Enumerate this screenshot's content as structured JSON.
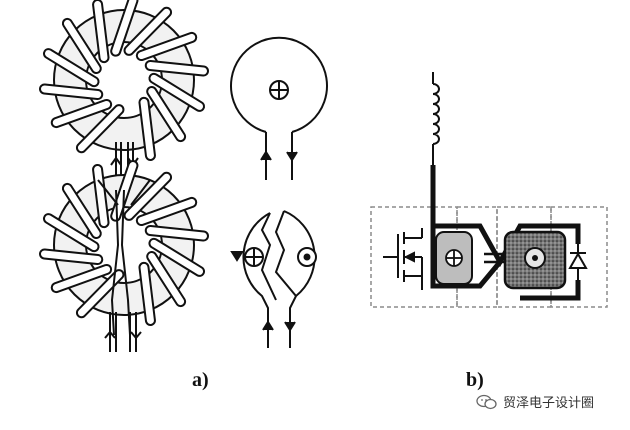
{
  "labels": {
    "part_a": "a)",
    "part_b": "b)"
  },
  "watermark": {
    "icon": "wechat-icon",
    "text": "贸泽电子设计圈"
  },
  "colors": {
    "line": "#111111",
    "ring_fill": "#f2f2f2",
    "dashed_box": "#8c8c8c",
    "dark_core": "#555555"
  }
}
